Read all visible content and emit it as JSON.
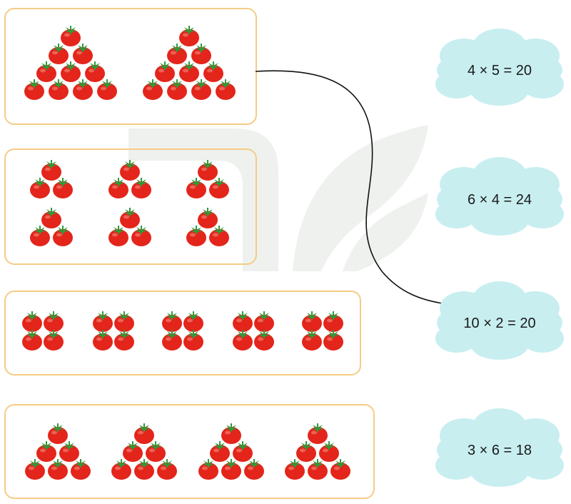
{
  "groups": [
    {
      "id": "group-1",
      "layout": "pyramid-10",
      "count": 2
    },
    {
      "id": "group-2",
      "layout": "pyramid-3",
      "count": 6
    },
    {
      "id": "group-3",
      "layout": "square-4",
      "count": 5
    },
    {
      "id": "group-4",
      "layout": "pyramid-6",
      "count": 4
    }
  ],
  "clouds": [
    {
      "id": "cloud-1",
      "expression": "4 × 5 = 20"
    },
    {
      "id": "cloud-2",
      "expression": "6 × 4 = 24"
    },
    {
      "id": "cloud-3",
      "expression": "10 × 2 = 20"
    },
    {
      "id": "cloud-4",
      "expression": "3 × 6 = 18"
    }
  ],
  "connections": [
    {
      "from": "group-1",
      "to": "cloud-3"
    }
  ],
  "colors": {
    "box_border": "#f5cc86",
    "cloud_fill": "#c8eef0",
    "tomato": "#e3251b",
    "tomato_leaf": "#2e9b3a",
    "line": "#111111"
  }
}
